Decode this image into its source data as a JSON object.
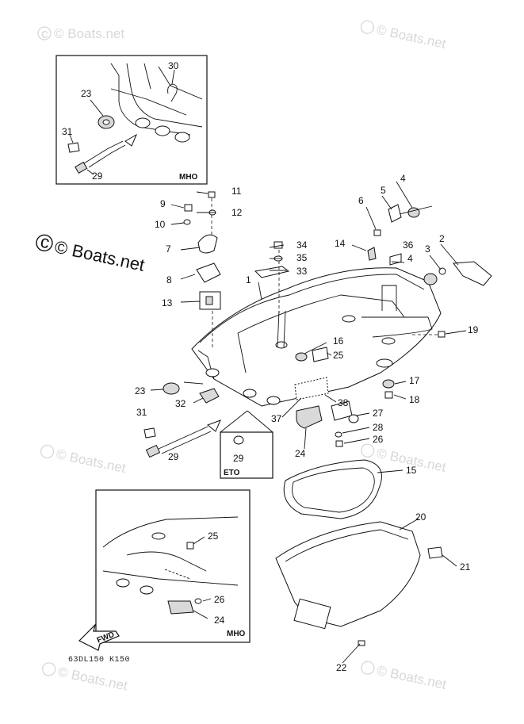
{
  "watermark": "© Boats.net",
  "overlay_watermark": "© Boats.net",
  "insets": {
    "top": "MHO",
    "middle": "ETO",
    "bottom": "MHO"
  },
  "fwd_label": "FWD",
  "drawing_code": "63DL150 K150",
  "callouts": {
    "c30": "30",
    "c23a": "23",
    "c31a": "31",
    "c29a": "29",
    "c4a": "4",
    "c5": "5",
    "c6": "6",
    "c9": "9",
    "c11": "11",
    "c10": "10",
    "c12": "12",
    "c2": "2",
    "c3": "3",
    "c4b": "4",
    "c36": "36",
    "c14": "14",
    "c34": "34",
    "c35": "35",
    "c7": "7",
    "c33": "33",
    "c1": "1",
    "c8": "8",
    "c13": "13",
    "c19": "19",
    "c16": "16",
    "c25a": "25",
    "c17": "17",
    "c18": "18",
    "c23b": "23",
    "c32": "32",
    "c37": "37",
    "c38": "38",
    "c27": "27",
    "c28": "28",
    "c26a": "26",
    "c31b": "31",
    "c24a": "24",
    "c29b": "29",
    "c29c": "29",
    "c15": "15",
    "c20": "20",
    "c21": "21",
    "c25b": "25",
    "c26b": "26",
    "c24b": "24",
    "c22": "22"
  },
  "icons": [
    "fwd-arrow-icon",
    "copyright-icon"
  ]
}
